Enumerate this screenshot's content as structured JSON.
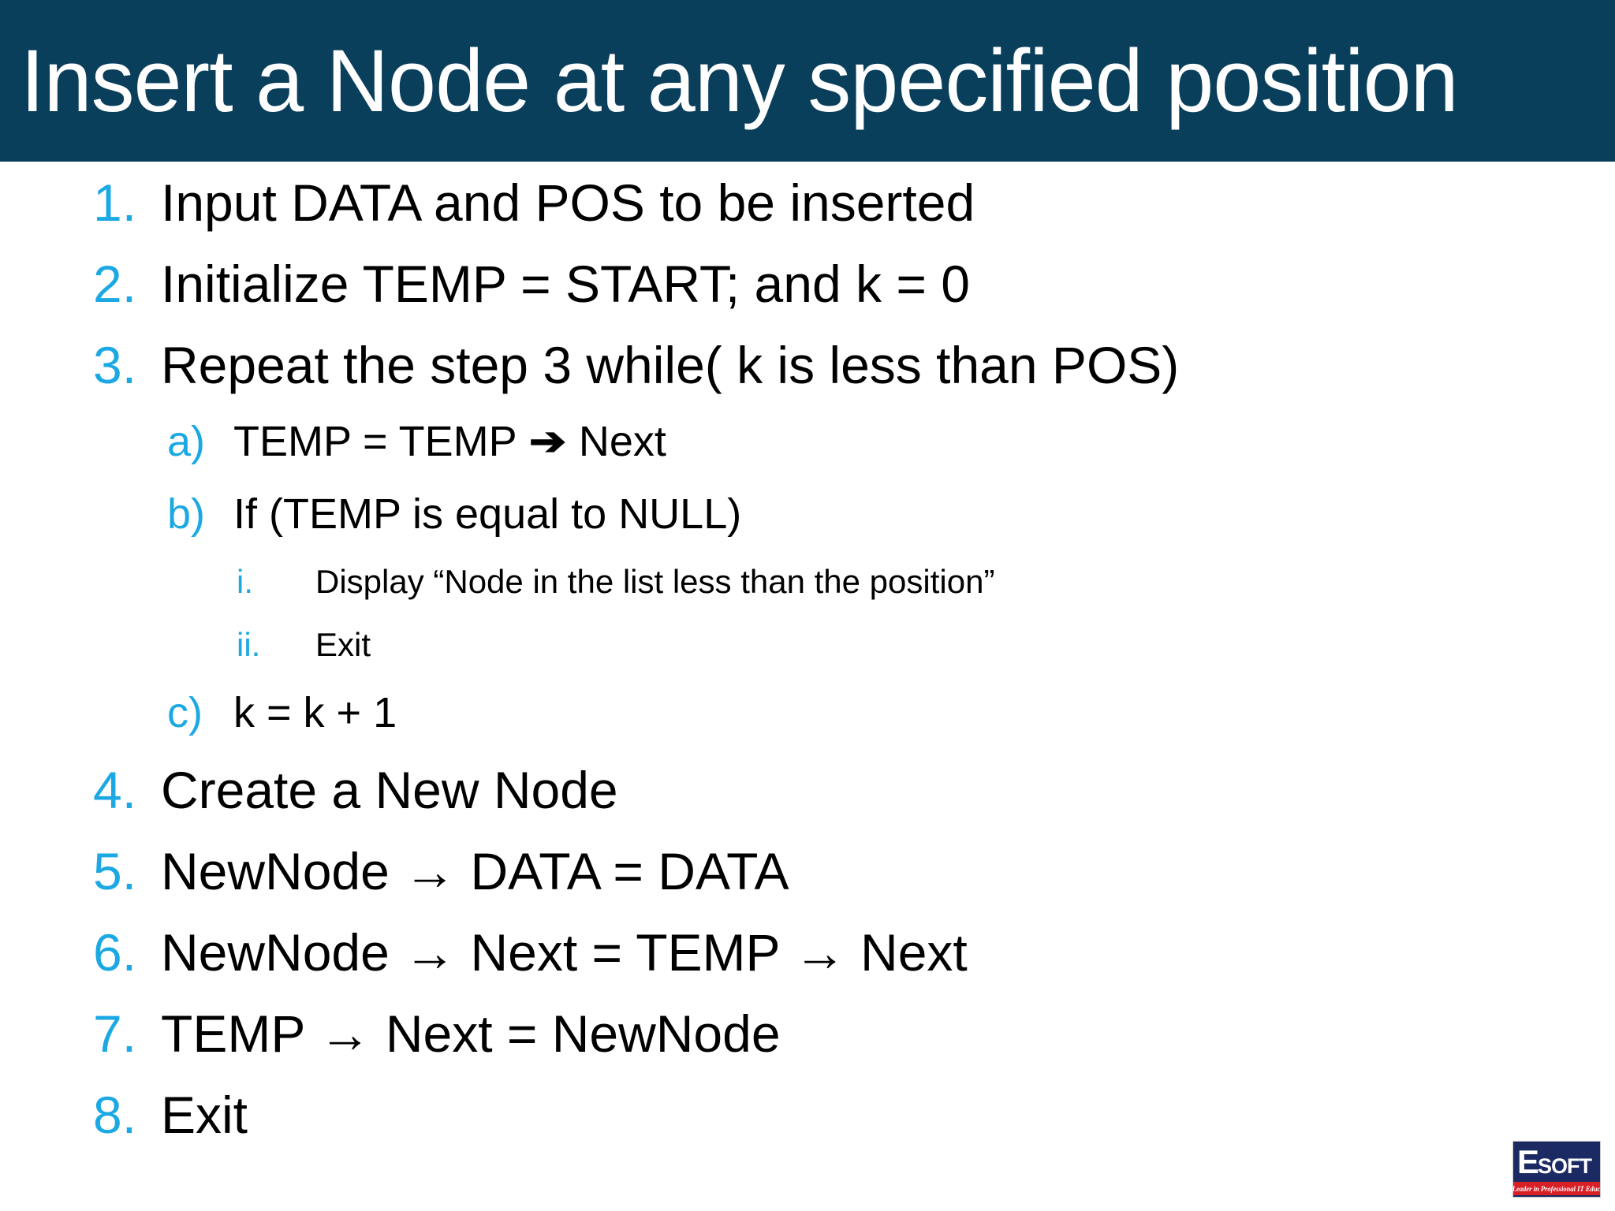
{
  "slide": {
    "title": "Insert a Node at any specified position",
    "header_bg": "#0a3f5c",
    "marker_color": "#1ca9e3",
    "text_color": "#000000",
    "background": "#ffffff"
  },
  "steps": [
    {
      "marker": "1.",
      "text": "Input DATA and POS to be inserted"
    },
    {
      "marker": "2.",
      "text": "Initialize TEMP = START; and k = 0"
    },
    {
      "marker": "3.",
      "text": "Repeat the step 3 while( k is less than POS)"
    },
    {
      "marker": "4.",
      "text": "Create a New Node"
    },
    {
      "marker": "5.",
      "text": "NewNode → DATA = DATA"
    },
    {
      "marker": "6.",
      "text": "NewNode → Next = TEMP → Next"
    },
    {
      "marker": "7.",
      "text": "TEMP → Next = NewNode"
    },
    {
      "marker": "8.",
      "text": "Exit"
    }
  ],
  "substeps": [
    {
      "marker": "a)",
      "text_pre": "TEMP = TEMP ",
      "arrow": "➔",
      "text_post": " Next"
    },
    {
      "marker": "b)",
      "text": "If (TEMP is equal to NULL)"
    },
    {
      "marker": "c)",
      "text": "k = k + 1"
    }
  ],
  "subsubsteps": [
    {
      "marker": "i.",
      "text": "Display “Node in the list less than the position”"
    },
    {
      "marker": "ii.",
      "text": "Exit"
    }
  ],
  "logo": {
    "letter": "E",
    "word": "SOFT",
    "tagline": "The Leader in Professional IT Education",
    "bg": "#1b2a63",
    "banner_bg": "#d81f26"
  }
}
